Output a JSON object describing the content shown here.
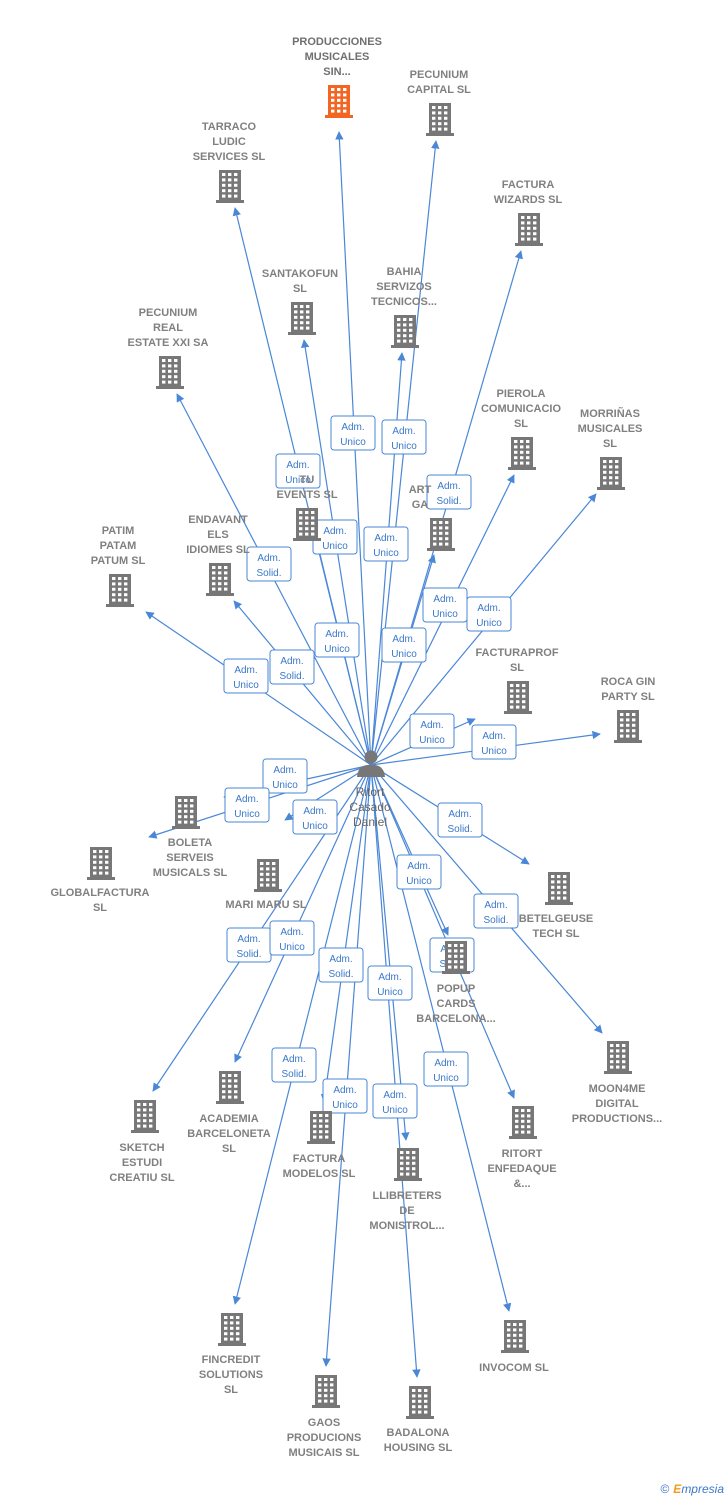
{
  "colors": {
    "edge": "#4a87d6",
    "building": "#777777",
    "focus_building": "#f26522",
    "person": "#777777"
  },
  "center": {
    "name_lines": [
      "Ritort",
      "Casado",
      "Daniel"
    ],
    "icon": "person-icon"
  },
  "companies": [
    {
      "id": "producciones-musicales",
      "lines": [
        "PRODUCCIONES",
        "MUSICALES",
        "SIN..."
      ],
      "focus": true
    },
    {
      "id": "pecunium-capital",
      "lines": [
        "PECUNIUM",
        "CAPITAL  SL"
      ]
    },
    {
      "id": "tarraco-ludic",
      "lines": [
        "TARRACO",
        "LUDIC",
        "SERVICES  SL"
      ]
    },
    {
      "id": "factura-wizards",
      "lines": [
        "FACTURA",
        "WIZARDS  SL"
      ]
    },
    {
      "id": "santakofun",
      "lines": [
        "SANTAKOFUN",
        "SL"
      ]
    },
    {
      "id": "bahia-servizos",
      "lines": [
        "BAHIA",
        "SERVIZOS",
        "TECNICOS..."
      ]
    },
    {
      "id": "pecunium-real-estate",
      "lines": [
        "PECUNIUM",
        "REAL",
        "ESTATE XXI SA"
      ]
    },
    {
      "id": "pierola",
      "lines": [
        "PIEROLA",
        "COMUNICACIO",
        "SL"
      ]
    },
    {
      "id": "morrinas",
      "lines": [
        "MORRIÑAS",
        "MUSICALES",
        "SL"
      ]
    },
    {
      "id": "tu-events",
      "lines": [
        "TU",
        "EVENTS  SL"
      ]
    },
    {
      "id": "art-ga",
      "lines": [
        "ART",
        "GA"
      ]
    },
    {
      "id": "endavant",
      "lines": [
        "ENDAVANT",
        "ELS",
        "IDIOMES  SL"
      ]
    },
    {
      "id": "patim-patam",
      "lines": [
        "PATIM",
        "PATAM",
        "PATUM  SL"
      ]
    },
    {
      "id": "facturaprof",
      "lines": [
        "FACTURAPROF",
        "SL"
      ]
    },
    {
      "id": "roca-gin",
      "lines": [
        "ROCA GIN",
        "PARTY  SL"
      ]
    },
    {
      "id": "boleta-serveis",
      "lines": [
        "BOLETA",
        "SERVEIS",
        "MUSICALS  SL"
      ]
    },
    {
      "id": "globalfactura",
      "lines": [
        "GLOBALFACTURA",
        "SL"
      ]
    },
    {
      "id": "mari-maru",
      "lines": [
        "MARI MARU  SL"
      ]
    },
    {
      "id": "betelgeuse",
      "lines": [
        "BETELGEUSE",
        "TECH  SL"
      ]
    },
    {
      "id": "popup-cards",
      "lines": [
        "POPUP",
        "CARDS",
        "BARCELONA..."
      ]
    },
    {
      "id": "moon4me",
      "lines": [
        "MOON4ME",
        "DIGITAL",
        "PRODUCTIONS..."
      ]
    },
    {
      "id": "sketch-estudi",
      "lines": [
        "SKETCH",
        "ESTUDI",
        "CREATIU  SL"
      ]
    },
    {
      "id": "academia-barceloneta",
      "lines": [
        "ACADEMIA",
        "BARCELONETA",
        "SL"
      ]
    },
    {
      "id": "factura-modelos",
      "lines": [
        "FACTURA",
        "MODELOS  SL"
      ]
    },
    {
      "id": "llibreters",
      "lines": [
        "LLIBRETERS",
        "DE",
        "MONISTROL..."
      ]
    },
    {
      "id": "ritort-enfedaque",
      "lines": [
        "RITORT",
        "ENFEDAQUE",
        "&..."
      ]
    },
    {
      "id": "fincredit",
      "lines": [
        "FINCREDIT",
        "SOLUTIONS",
        "SL"
      ]
    },
    {
      "id": "invocom",
      "lines": [
        "INVOCOM  SL"
      ]
    },
    {
      "id": "gaos-producions",
      "lines": [
        "GAOS",
        "PRODUCIONS",
        "MUSICAIS  SL"
      ]
    },
    {
      "id": "badalona-housing",
      "lines": [
        "BADALONA",
        "HOUSING  SL"
      ]
    }
  ],
  "relations": [
    {
      "to": "producciones-musicales",
      "role": [
        "Adm.",
        "Unico"
      ]
    },
    {
      "to": "pecunium-capital",
      "role": [
        "Adm.",
        "Unico"
      ]
    },
    {
      "to": "tarraco-ludic",
      "role": [
        "Adm.",
        "Unico"
      ]
    },
    {
      "to": "factura-wizards",
      "role": [
        "Adm.",
        "Solid."
      ]
    },
    {
      "to": "santakofun",
      "role": [
        "Adm.",
        "Unico"
      ]
    },
    {
      "to": "bahia-servizos",
      "role": [
        "Adm.",
        "Unico"
      ]
    },
    {
      "to": "pecunium-real-estate",
      "role": [
        "Adm.",
        "Solid."
      ]
    },
    {
      "to": "pierola",
      "role": [
        "Adm.",
        "Unico"
      ]
    },
    {
      "to": "morrinas",
      "role": [
        "Adm.",
        "Unico"
      ]
    },
    {
      "to": "tu-events",
      "role": [
        "Adm.",
        "Unico"
      ]
    },
    {
      "to": "art-ga",
      "role": [
        "Adm.",
        "Unico"
      ]
    },
    {
      "to": "endavant",
      "role": [
        "Adm.",
        "Solid."
      ]
    },
    {
      "to": "patim-patam",
      "role": [
        "Adm.",
        "Unico"
      ]
    },
    {
      "to": "facturaprof",
      "role": [
        "Adm.",
        "Unico"
      ]
    },
    {
      "to": "roca-gin",
      "role": [
        "Adm.",
        "Unico"
      ]
    },
    {
      "to": "boleta-serveis",
      "role": [
        "Adm.",
        "Unico"
      ]
    },
    {
      "to": "globalfactura",
      "role": [
        "Adm.",
        "Unico"
      ]
    },
    {
      "to": "mari-maru",
      "role": [
        "Adm.",
        "Unico"
      ]
    },
    {
      "to": "betelgeuse",
      "role": [
        "Adm.",
        "Solid."
      ]
    },
    {
      "to": "popup-cards",
      "role": [
        "Adm.",
        "Unico"
      ]
    },
    {
      "to": "moon4me",
      "role": [
        "Adm.",
        "Solid."
      ]
    },
    {
      "to": "sketch-estudi",
      "role": [
        "Adm.",
        "Solid."
      ]
    },
    {
      "to": "academia-barceloneta",
      "role": [
        "Adm.",
        "Unico"
      ]
    },
    {
      "to": "factura-modelos",
      "role": [
        "Adm.",
        "Solid."
      ]
    },
    {
      "to": "llibreters",
      "role": [
        "Adm.",
        "Unico"
      ]
    },
    {
      "to": "ritort-enfedaque",
      "role": [
        "Adm.",
        "Solid."
      ]
    },
    {
      "to": "fincredit",
      "role": [
        "Adm.",
        "Solid."
      ]
    },
    {
      "to": "invocom",
      "role": [
        "Adm.",
        "Unico"
      ]
    },
    {
      "to": "gaos-producions",
      "role": [
        "Adm.",
        "Unico"
      ]
    },
    {
      "to": "badalona-housing",
      "role": [
        "Adm.",
        "Unico"
      ]
    }
  ],
  "copyright": {
    "symbol": "©",
    "brand_first": "E",
    "brand_rest": "mpresia"
  }
}
